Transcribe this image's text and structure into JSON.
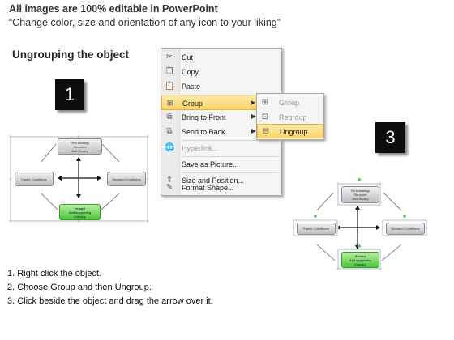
{
  "header": {
    "line1": "All images are 100% editable in PowerPoint",
    "line2": "“Change color, size and orientation of any icon to your liking”"
  },
  "section_title": "Ungrouping the object",
  "steps": [
    "1",
    "2",
    "3"
  ],
  "context_menu": {
    "items": [
      {
        "label": "Cut",
        "icon": "scissors-icon",
        "glyph": "✂"
      },
      {
        "label": "Copy",
        "icon": "copy-icon",
        "glyph": "❐"
      },
      {
        "label": "Paste",
        "icon": "paste-icon",
        "glyph": "📋"
      },
      {
        "label": "Group",
        "icon": "group-icon",
        "glyph": "⊞",
        "highlighted": true,
        "submenu": true
      },
      {
        "label": "Bring to Front",
        "icon": "bring-to-front-icon",
        "glyph": "⧉",
        "submenu": true
      },
      {
        "label": "Send to Back",
        "icon": "send-to-back-icon",
        "glyph": "⧉",
        "submenu": true
      },
      {
        "label": "Hyperlink...",
        "icon": "hyperlink-icon",
        "glyph": "🌐",
        "disabled": true
      },
      {
        "label": "Save as Picture...",
        "icon": "save-picture-icon",
        "glyph": ""
      },
      {
        "label": "Size and Position...",
        "icon": "size-position-icon",
        "glyph": "⇕"
      },
      {
        "label": "Format Shape...",
        "icon": "format-shape-icon",
        "glyph": "✎"
      }
    ]
  },
  "submenu": {
    "items": [
      {
        "label": "Group",
        "icon": "group-icon",
        "glyph": "⊞",
        "disabled": true
      },
      {
        "label": "Regroup",
        "icon": "regroup-icon",
        "glyph": "⊡",
        "disabled": true
      },
      {
        "label": "Ungroup",
        "icon": "ungroup-icon",
        "glyph": "⊟",
        "highlighted": true
      }
    ]
  },
  "diagram": {
    "top": [
      "Firm strategy",
      "Structure",
      "And Rivalry"
    ],
    "left": [
      "Factor Conditions"
    ],
    "right": [
      "Demand Conditions"
    ],
    "bottom": [
      "Related",
      "And supporting",
      "Industry"
    ]
  },
  "instructions": [
    "1.  Right click the object.",
    "2.  Choose Group and then Ungroup.",
    "3.  Click beside the object and drag the arrow over it."
  ]
}
